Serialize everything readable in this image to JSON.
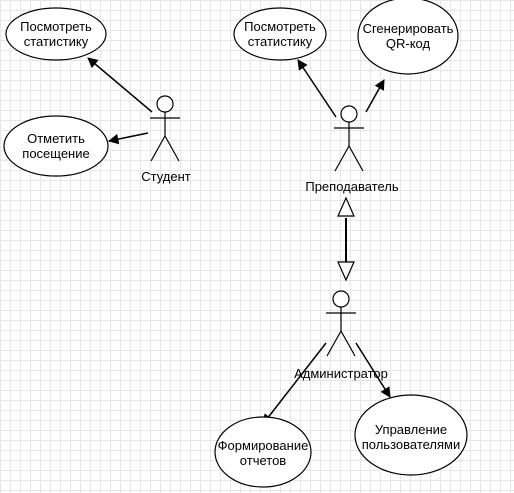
{
  "use_cases": {
    "student_view_stats": [
      "Посмотреть",
      "статистику"
    ],
    "mark_attendance": [
      "Отметить",
      "посещение"
    ],
    "teacher_view_stats": [
      "Посмотреть",
      "статистику"
    ],
    "generate_qr": [
      "Сгенерировать",
      "QR-код"
    ],
    "reports": [
      "Формирование",
      "отчетов"
    ],
    "user_mgmt": [
      "Управление",
      "пользователями"
    ]
  },
  "actors": {
    "student": "Студент",
    "teacher": "Преподаватель",
    "admin": "Администратор"
  },
  "relations": [
    {
      "from": "student",
      "to": "student_view_stats",
      "type": "association"
    },
    {
      "from": "student",
      "to": "mark_attendance",
      "type": "association"
    },
    {
      "from": "teacher",
      "to": "teacher_view_stats",
      "type": "association"
    },
    {
      "from": "teacher",
      "to": "generate_qr",
      "type": "association"
    },
    {
      "from": "admin",
      "to": "reports",
      "type": "association"
    },
    {
      "from": "admin",
      "to": "user_mgmt",
      "type": "association"
    },
    {
      "from": "admin",
      "to": "teacher",
      "type": "generalization"
    }
  ]
}
